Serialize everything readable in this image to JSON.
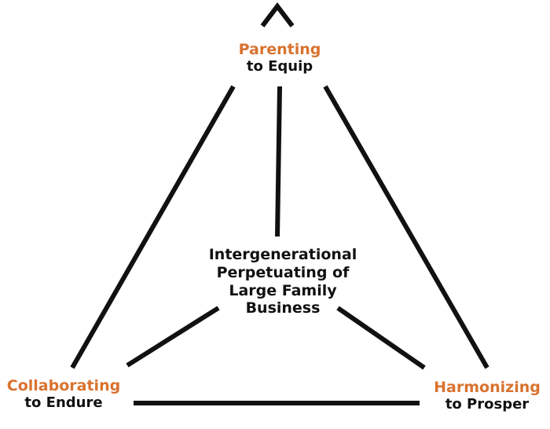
{
  "colors": {
    "accent": "#D9722F",
    "line": "#111111",
    "text": "#111111",
    "background": "#FFFFFF"
  },
  "nodes": {
    "top": {
      "keyword": "Parenting",
      "purpose": "to Equip"
    },
    "left": {
      "keyword": "Collaborating",
      "purpose": "to Endure"
    },
    "right": {
      "keyword": "Harmonizing",
      "purpose": "to Prosper"
    },
    "center": {
      "lines": [
        "Intergenerational",
        "Perpetuating of",
        "Large Family",
        "Business"
      ]
    }
  }
}
